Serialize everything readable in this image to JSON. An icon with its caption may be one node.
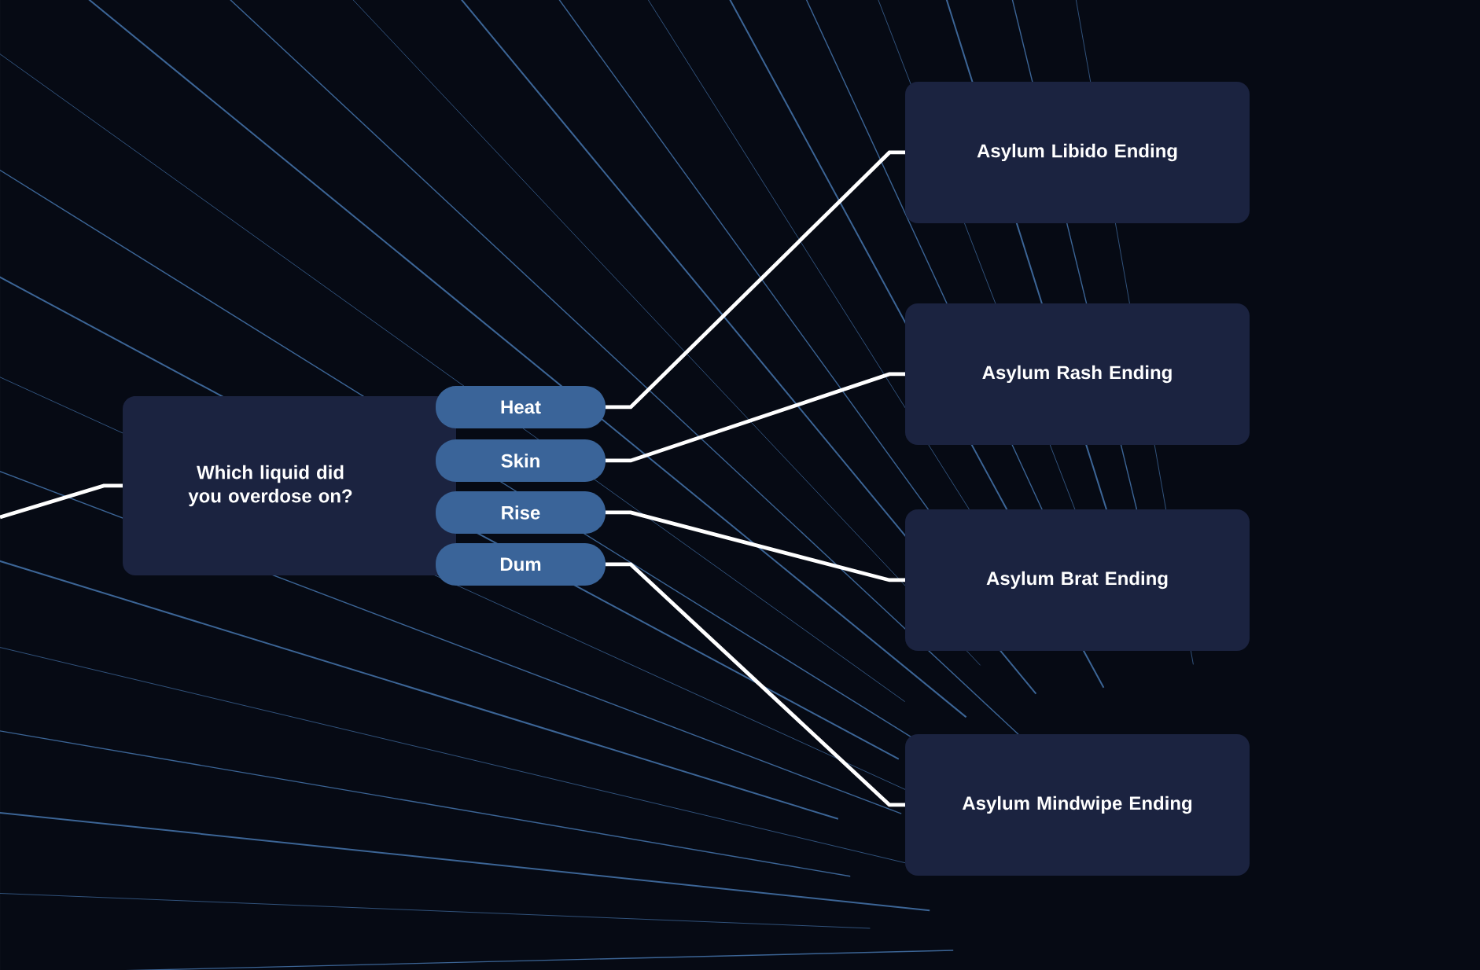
{
  "diagram": {
    "nodes": [
      {
        "text": [
          "Which liquid did you overdose on?"
        ]
      },
      {
        "text": [
          "Heat"
        ]
      },
      {
        "text": [
          "Skin"
        ]
      },
      {
        "text": [
          "Rise"
        ]
      },
      {
        "text": [
          "Dum"
        ]
      },
      {
        "text": [
          "Asylum Libido Ending"
        ]
      },
      {
        "text": [
          "Asylum Rash Ending"
        ]
      },
      {
        "text": [
          "Asylum Brat Ending"
        ]
      },
      {
        "text": [
          "Asylum Mindwipe Ending"
        ]
      }
    ],
    "edges": [
      {
        "from": null,
        "to": 0,
        "arrow": "none"
      },
      {
        "from": 1,
        "to": 5,
        "arrow": "none"
      },
      {
        "from": 2,
        "to": 6,
        "arrow": "none"
      },
      {
        "from": 3,
        "to": 7,
        "arrow": "none"
      },
      {
        "from": 4,
        "to": 8,
        "arrow": "none"
      }
    ]
  }
}
